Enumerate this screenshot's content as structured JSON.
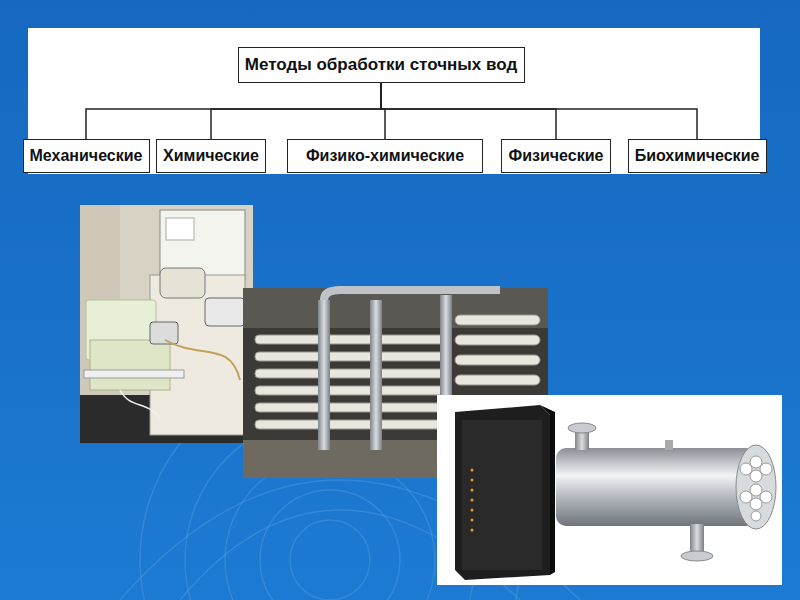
{
  "diagram": {
    "nodes": [
      {
        "text": [
          "Методы обработки сточных вод"
        ]
      },
      {
        "text": [
          "Механические"
        ]
      },
      {
        "text": [
          "Химические"
        ]
      },
      {
        "text": [
          "Физико-химические"
        ]
      },
      {
        "text": [
          "Физические"
        ]
      },
      {
        "text": [
          "Биохимические"
        ]
      }
    ],
    "edges": [
      {
        "from": 0,
        "to": 1,
        "arrow": "none"
      },
      {
        "from": 0,
        "to": 2,
        "arrow": "none"
      },
      {
        "from": 0,
        "to": 3,
        "arrow": "none"
      },
      {
        "from": 0,
        "to": 4,
        "arrow": "none"
      },
      {
        "from": 0,
        "to": 5,
        "arrow": "none"
      }
    ]
  }
}
